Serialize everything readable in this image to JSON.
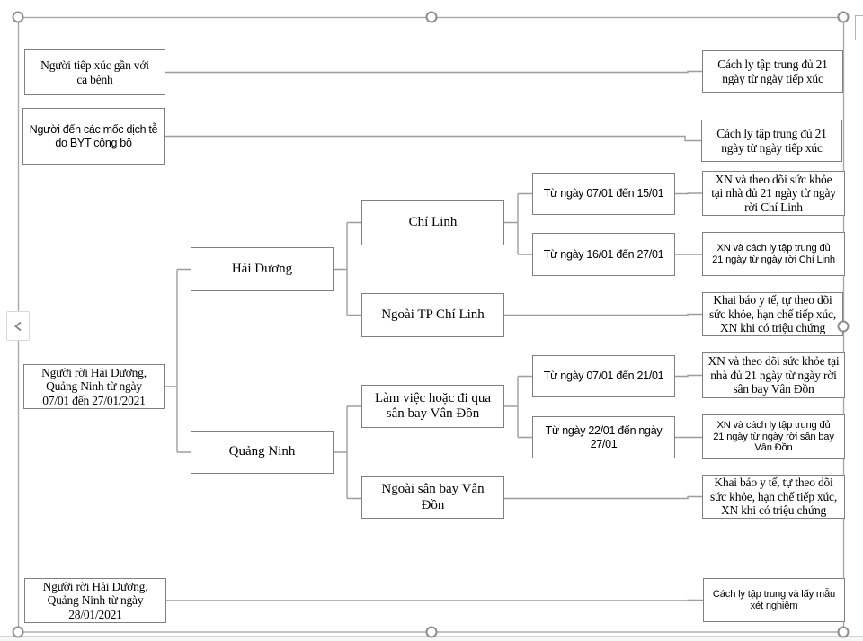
{
  "diagram": {
    "nodes": {
      "contact": "Người tiếp xúc gần với\nca bệnh",
      "epi_sites": "Người đến các mốc dịch tễ\ndo BYT công bố",
      "left_hd_qn_0701": "Người rời Hải Dương,\nQuảng Ninh từ ngày\n07/01 đến 27/01/2021",
      "left_hd_qn_2801": "Người rời Hải Dương,\nQuảng Ninh từ ngày\n28/01/2021",
      "hai_duong": "Hải Dương",
      "quang_ninh": "Quảng Ninh",
      "chi_linh": "Chí Linh",
      "ngoai_tp_chi_linh": "Ngoài TP Chí Linh",
      "lam_viec_san_bay": "Làm việc hoặc đi qua\nsân bay Vân Đồn",
      "ngoai_san_bay": "Ngoài sân bay Vân\nĐồn",
      "date_0701_1501": "Từ ngày 07/01 đến 15/01",
      "date_1601_2701": "Từ ngày 16/01 đến 27/01",
      "date_0701_2101": "Từ ngày 07/01 đến 21/01",
      "date_2201_2701": "Từ ngày 22/01 đến ngày\n27/01",
      "r_cach_ly_tiep_xuc_1": "Cách ly tập trung đủ 21\nngày từ ngày tiếp xúc",
      "r_cach_ly_tiep_xuc_2": "Cách ly tập trung đủ 21\nngày từ ngày tiếp xúc",
      "r_xn_nha_chi_linh": "XN và theo dõi sức khỏe\ntại nhà đủ 21 ngày từ ngày\nrời Chí Linh",
      "r_xn_cach_ly_chi_linh": "XN và cách ly tập trung đủ\n21 ngày từ ngày rời Chí Linh",
      "r_khai_bao_1": "Khai báo y tế, tự theo dõi\nsức khỏe, hạn chế tiếp xúc,\nXN khi có triệu chứng",
      "r_xn_nha_van_don": "XN và theo dõi sức khỏe tại\nnhà đủ 21 ngày từ ngày rời\nsân bay Vân Đồn",
      "r_xn_cach_ly_van_don": "XN và cách ly tập trung đủ\n21 ngày từ ngày rời  sân bay\nVân Đồn",
      "r_khai_bao_2": "Khai báo y tế, tự theo dõi\nsức khỏe, hạn chế tiếp xúc,\nXN khi có triệu chứng",
      "r_cach_ly_xet_nghiem": "Cách ly tập trung và lấy mẫu\nxét nghiệm"
    }
  },
  "selection": {
    "text_pane_toggle_icon": "chevron-left"
  },
  "colors": {
    "box_border": "#808080",
    "connector": "#9e9e9e",
    "selection_frame": "#a9a9a9",
    "handle_ring": "#8e8e8e",
    "text": "#000000",
    "background": "#ffffff"
  }
}
